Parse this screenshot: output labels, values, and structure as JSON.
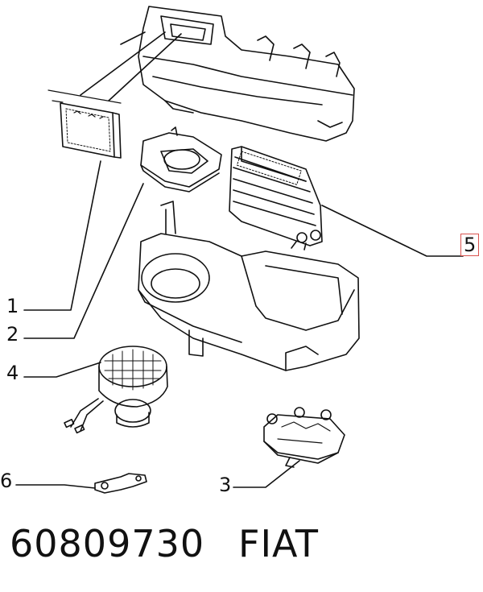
{
  "callouts": {
    "c1": "1",
    "c2": "2",
    "c3": "3",
    "c4": "4",
    "c5": "5",
    "c6": "6"
  },
  "footer": {
    "part_number": "60809730",
    "brand": "FIAT"
  },
  "colors": {
    "line": "#111111",
    "highlight_box": "#d9534f"
  }
}
